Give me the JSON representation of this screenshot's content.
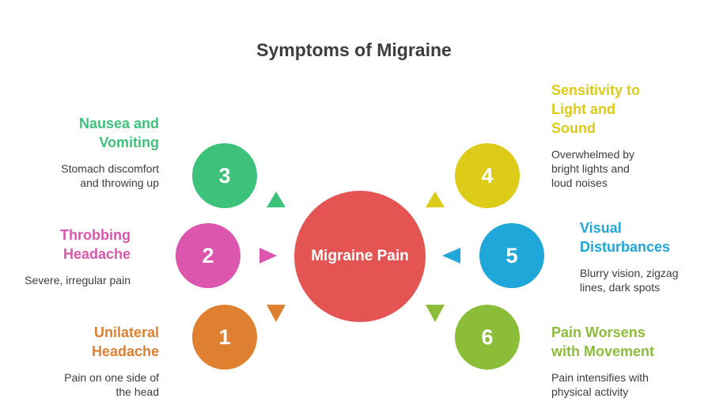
{
  "title": "Symptoms of Migraine",
  "center": {
    "label": "Migraine Pain",
    "color": "#e35452"
  },
  "items": [
    {
      "number": "1",
      "heading_lines": [
        "Unilateral",
        "Headache"
      ],
      "description_lines": [
        "Pain on one side of",
        "the head"
      ],
      "color": "#de8030"
    },
    {
      "number": "2",
      "heading_lines": [
        "Throbbing",
        "Headache"
      ],
      "description_lines": [
        "Severe, irregular pain"
      ],
      "color": "#db56ac"
    },
    {
      "number": "3",
      "heading_lines": [
        "Nausea and",
        "Vomiting"
      ],
      "description_lines": [
        "Stomach discomfort",
        "and throwing up"
      ],
      "color": "#3dc27b"
    },
    {
      "number": "4",
      "heading_lines": [
        "Sensitivity to",
        "Light and",
        "Sound"
      ],
      "description_lines": [
        "Overwhelmed by",
        "bright lights and",
        "loud noises"
      ],
      "color": "#dccb18"
    },
    {
      "number": "5",
      "heading_lines": [
        "Visual",
        "Disturbances"
      ],
      "description_lines": [
        "Blurry vision, zigzag",
        "lines, dark spots"
      ],
      "color": "#1fa7d9"
    },
    {
      "number": "6",
      "heading_lines": [
        "Pain Worsens",
        "with Movement"
      ],
      "description_lines": [
        "Pain intensifies with",
        "physical activity"
      ],
      "color": "#8cbd38"
    }
  ]
}
